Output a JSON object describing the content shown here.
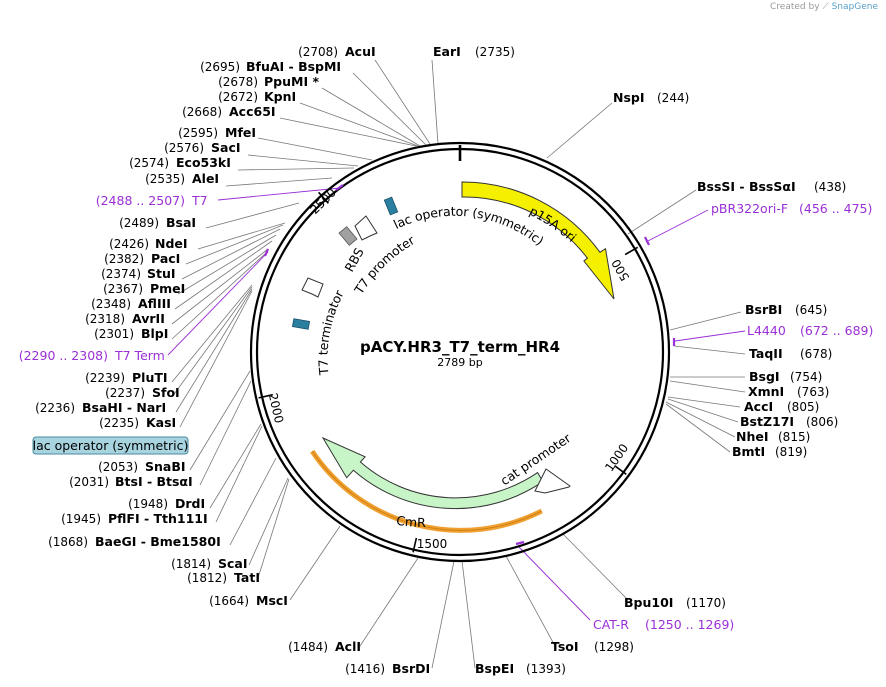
{
  "credit": {
    "prefix": "Created by",
    "brand": "SnapGene"
  },
  "plasmid": {
    "name": "pACY.HR3_T7_term_HR4",
    "length": "2789 bp"
  },
  "ticks": [
    {
      "label": "500",
      "bp": 500
    },
    {
      "label": "1000",
      "bp": 1000
    },
    {
      "label": "1500",
      "bp": 1500
    },
    {
      "label": "2000",
      "bp": 2000
    },
    {
      "label": "2500",
      "bp": 2500
    }
  ],
  "features": {
    "p15a_ori": "p15A ori",
    "cmr": "CmR",
    "cat_promoter": "cat promoter",
    "lac_operator": "lac operator (symmetric)",
    "rbs": "RBS",
    "t7_promoter": "T7 promoter",
    "t7_terminator": "T7 terminator"
  },
  "enzymes": {
    "acui": {
      "pos": "(2708)",
      "name": "AcuI"
    },
    "eari": {
      "name": "EarI",
      "pos": "(2735)"
    },
    "bfuai": {
      "pos": "(2695)",
      "name": "BfuAI  - BspMI"
    },
    "ppumi": {
      "pos": "(2678)",
      "name": "PpuMI *"
    },
    "kpni": {
      "pos": "(2672)",
      "name": "KpnI"
    },
    "acc65i": {
      "pos": "(2668)",
      "name": "Acc65I"
    },
    "mfei": {
      "pos": "(2595)",
      "name": "MfeI"
    },
    "saci": {
      "pos": "(2576)",
      "name": "SacI"
    },
    "eco53ki": {
      "pos": "(2574)",
      "name": "Eco53kI"
    },
    "alei": {
      "pos": "(2535)",
      "name": "AleI"
    },
    "bsai": {
      "pos": "(2489)",
      "name": "BsaI"
    },
    "ndei": {
      "pos": "(2426)",
      "name": "NdeI"
    },
    "paci": {
      "pos": "(2382)",
      "name": "PacI"
    },
    "stui": {
      "pos": "(2374)",
      "name": "StuI"
    },
    "pmei": {
      "pos": "(2367)",
      "name": "PmeI"
    },
    "aflIII": {
      "pos": "(2348)",
      "name": "AflIII"
    },
    "avrii": {
      "pos": "(2318)",
      "name": "AvrII"
    },
    "blpi": {
      "pos": "(2301)",
      "name": "BlpI"
    },
    "pluti": {
      "pos": "(2239)",
      "name": "PluTI"
    },
    "sfoi": {
      "pos": "(2237)",
      "name": "SfoI"
    },
    "bsahi": {
      "pos": "(2236)",
      "name": "BsaHI  - NarI"
    },
    "kasi": {
      "pos": "(2235)",
      "name": "KasI"
    },
    "snabi": {
      "pos": "(2053)",
      "name": "SnaBI"
    },
    "btsi": {
      "pos": "(2031)",
      "name": "BtsI  - BtsαI"
    },
    "drdi": {
      "pos": "(1948)",
      "name": "DrdI"
    },
    "pflfi": {
      "pos": "(1945)",
      "name": "PflFI  - Tth111I"
    },
    "baegi": {
      "pos": "(1868)",
      "name": "BaeGI  - Bme1580I"
    },
    "scai": {
      "pos": "(1814)",
      "name": "ScaI"
    },
    "tati": {
      "pos": "(1812)",
      "name": "TatI"
    },
    "msci": {
      "pos": "(1664)",
      "name": "MscI"
    },
    "acli": {
      "pos": "(1484)",
      "name": "AclI"
    },
    "bsrdi": {
      "pos": "(1416)",
      "name": "BsrDI"
    },
    "bspei": {
      "name": "BspEI",
      "pos": "(1393)"
    },
    "tsoi": {
      "name": "TsoI",
      "pos": "(1298)"
    },
    "bpu10i": {
      "name": "Bpu10I",
      "pos": "(1170)"
    },
    "nspi": {
      "name": "NspI",
      "pos": "(244)"
    },
    "bsssi": {
      "name": "BssSI  - BssSαI",
      "pos": "(438)"
    },
    "bsrbi": {
      "name": "BsrBI",
      "pos": "(645)"
    },
    "taqii": {
      "name": "TaqII",
      "pos": "(678)"
    },
    "bsgi": {
      "name": "BsgI",
      "pos": "(754)"
    },
    "xmni": {
      "name": "XmnI",
      "pos": "(763)"
    },
    "acci": {
      "name": "AccI",
      "pos": "(805)"
    },
    "bstz17i": {
      "name": "BstZ17I",
      "pos": "(806)"
    },
    "nhei": {
      "name": "NheI",
      "pos": "(815)"
    },
    "bmti": {
      "name": "BmtI",
      "pos": "(819)"
    }
  },
  "primers": {
    "t7": {
      "range": "(2488 .. 2507)",
      "name": "T7"
    },
    "t7term": {
      "range": "(2290 .. 2308)",
      "name": "T7 Term"
    },
    "pbr322": {
      "name": "pBR322ori-F",
      "range": "(456 .. 475)"
    },
    "l4440": {
      "name": "L4440",
      "range": "(672 .. 689)"
    },
    "catr": {
      "name": "CAT-R",
      "range": "(1250 .. 1269)"
    }
  },
  "selected_feature": {
    "label": "lac operator (symmetric)"
  },
  "colors": {
    "p15a_ori": "#f5f000",
    "cmr": "#c8f5c8",
    "cmr_highlight": "#f0a030",
    "lac_operator": "#2a7fa0",
    "rbs": "#a0a0a0",
    "primer": "#9b30d6",
    "badge_bg": "#a8d4e0"
  }
}
